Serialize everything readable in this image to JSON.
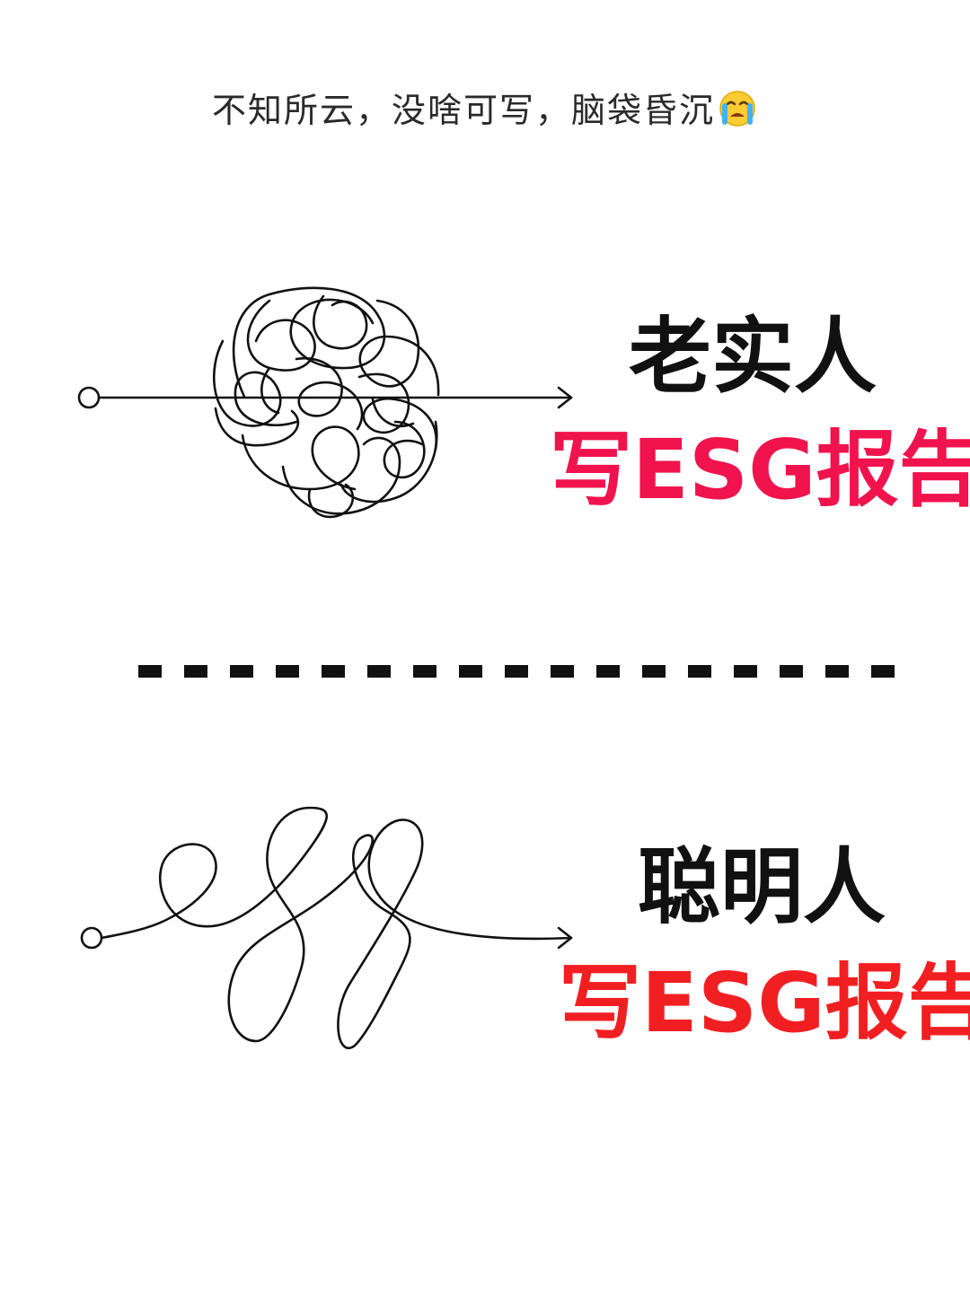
{
  "caption": "不知所云，没啥可写，脑袋昏沉",
  "caption_emoji": "crying-face-icon",
  "top_section": {
    "heading": "老实人",
    "subheading": "写ESG报告",
    "subheading_color": "#f0134d"
  },
  "bottom_section": {
    "heading": "聪明人",
    "subheading": "写ESG报告",
    "subheading_color": "#f21f22"
  }
}
